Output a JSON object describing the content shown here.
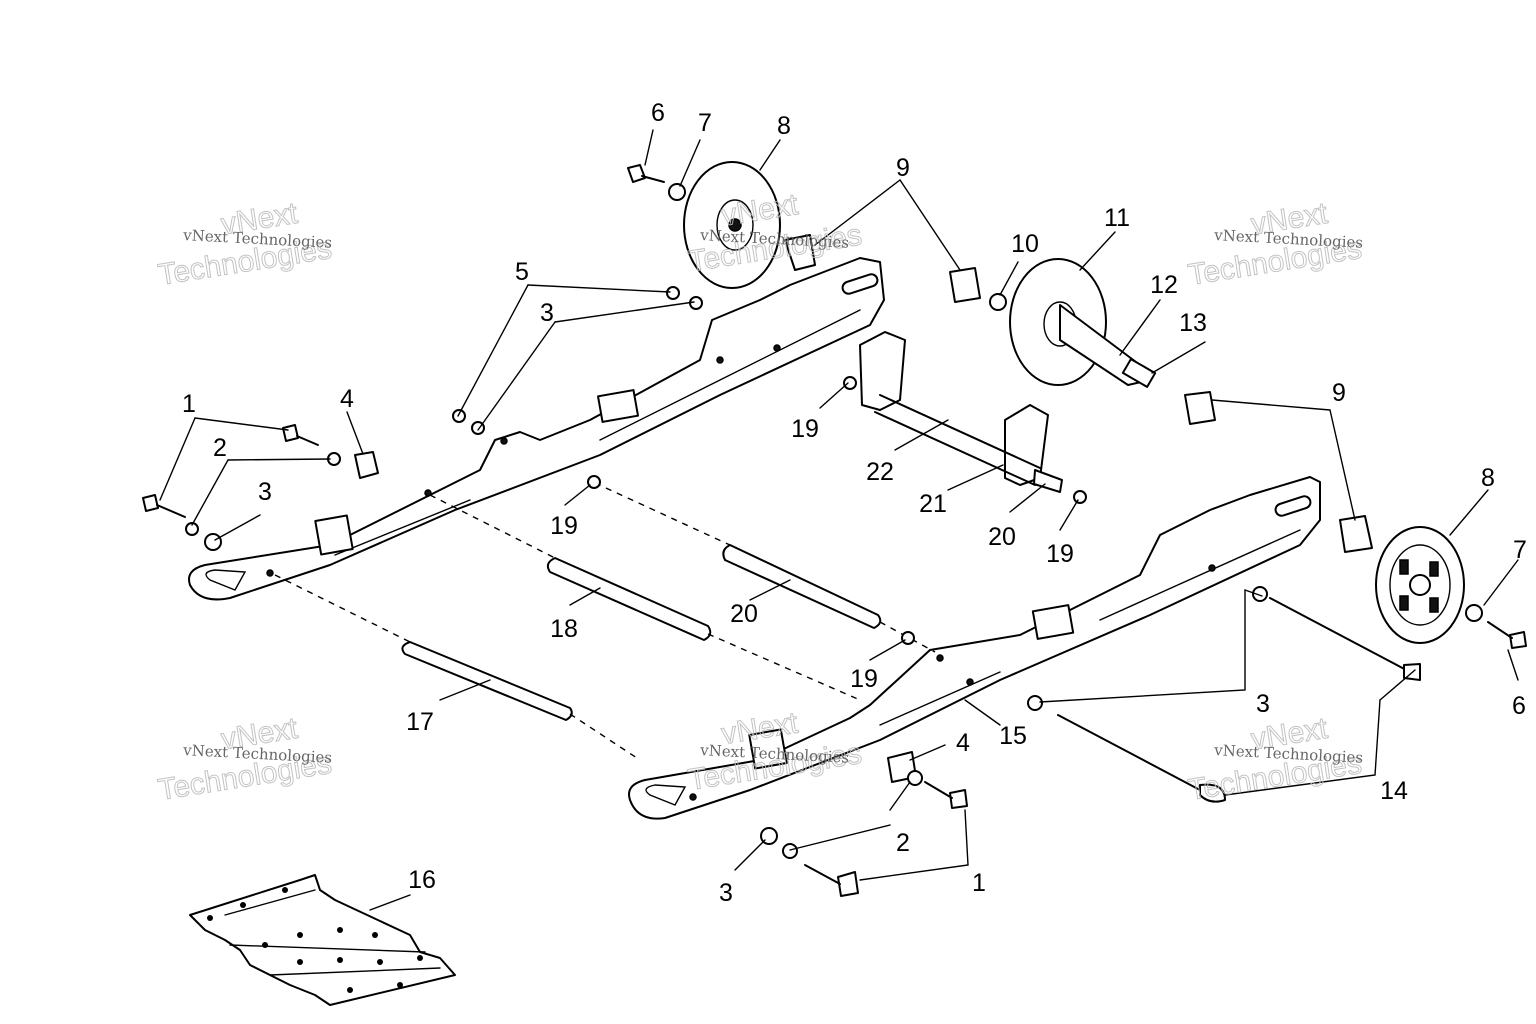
{
  "labels": {
    "l1a": "1",
    "l1b": "1",
    "l2a": "2",
    "l2b": "2",
    "l3a": "3",
    "l3b": "3",
    "l3c": "3",
    "l3d": "3",
    "l4a": "4",
    "l4b": "4",
    "l5": "5",
    "l6a": "6",
    "l6b": "6",
    "l7a": "7",
    "l7b": "7",
    "l8a": "8",
    "l8b": "8",
    "l9a": "9",
    "l9b": "9",
    "l10": "10",
    "l11": "11",
    "l12": "12",
    "l13": "13",
    "l14": "14",
    "l15": "15",
    "l16": "16",
    "l17": "17",
    "l18": "18",
    "l19a": "19",
    "l19b": "19",
    "l19c": "19",
    "l19d": "19",
    "l20a": "20",
    "l20b": "20",
    "l21": "21",
    "l22": "22"
  },
  "watermark": {
    "small": "vNext Technologies",
    "big1": "vNext",
    "big2": "Technologies"
  }
}
